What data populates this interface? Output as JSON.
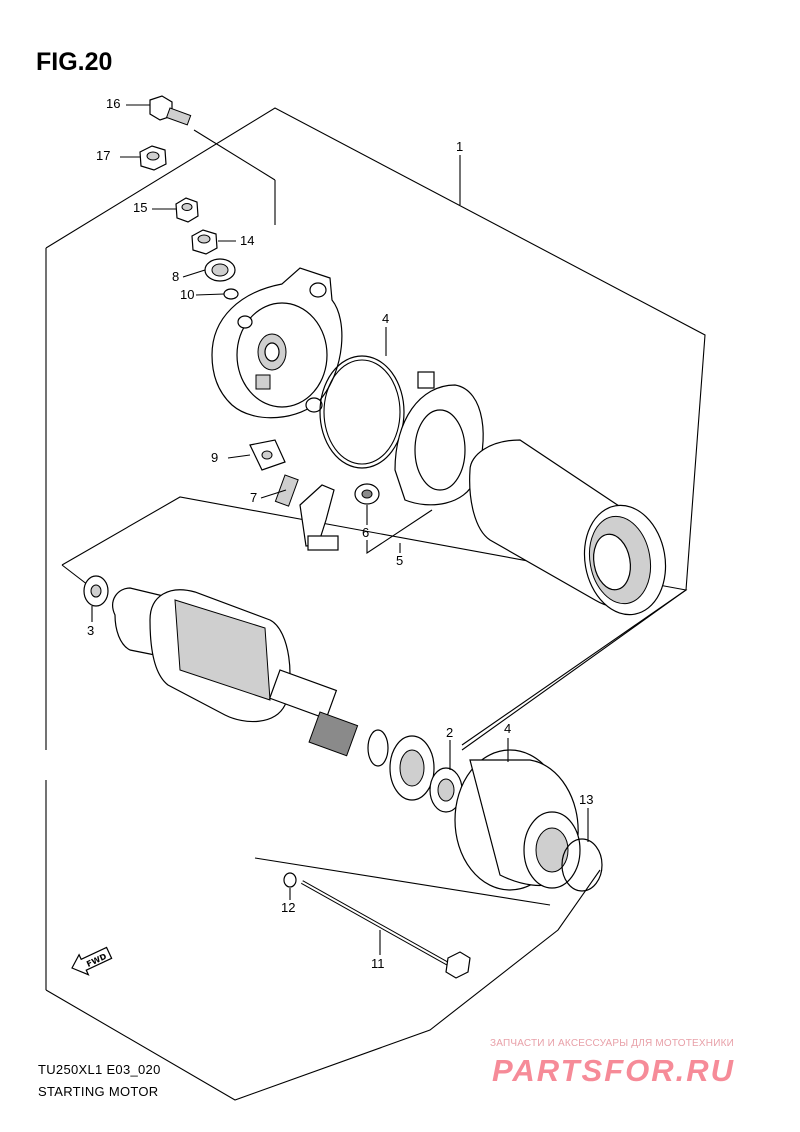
{
  "figure": {
    "title": "FIG.20",
    "model_code": "TU250XL1 E03_020",
    "caption": "STARTING MOTOR"
  },
  "callouts": [
    "16",
    "17",
    "15",
    "14",
    "8",
    "10",
    "1",
    "4",
    "9",
    "7",
    "6",
    "5",
    "3",
    "2",
    "4",
    "13",
    "12",
    "11"
  ],
  "fwd_label": "FWD",
  "watermark": {
    "tagline": "ЗАПЧАСТИ И АКСЕССУАРЫ ДЛЯ МОТОТЕХНИКИ",
    "logo": "PARTSFOR.RU"
  }
}
